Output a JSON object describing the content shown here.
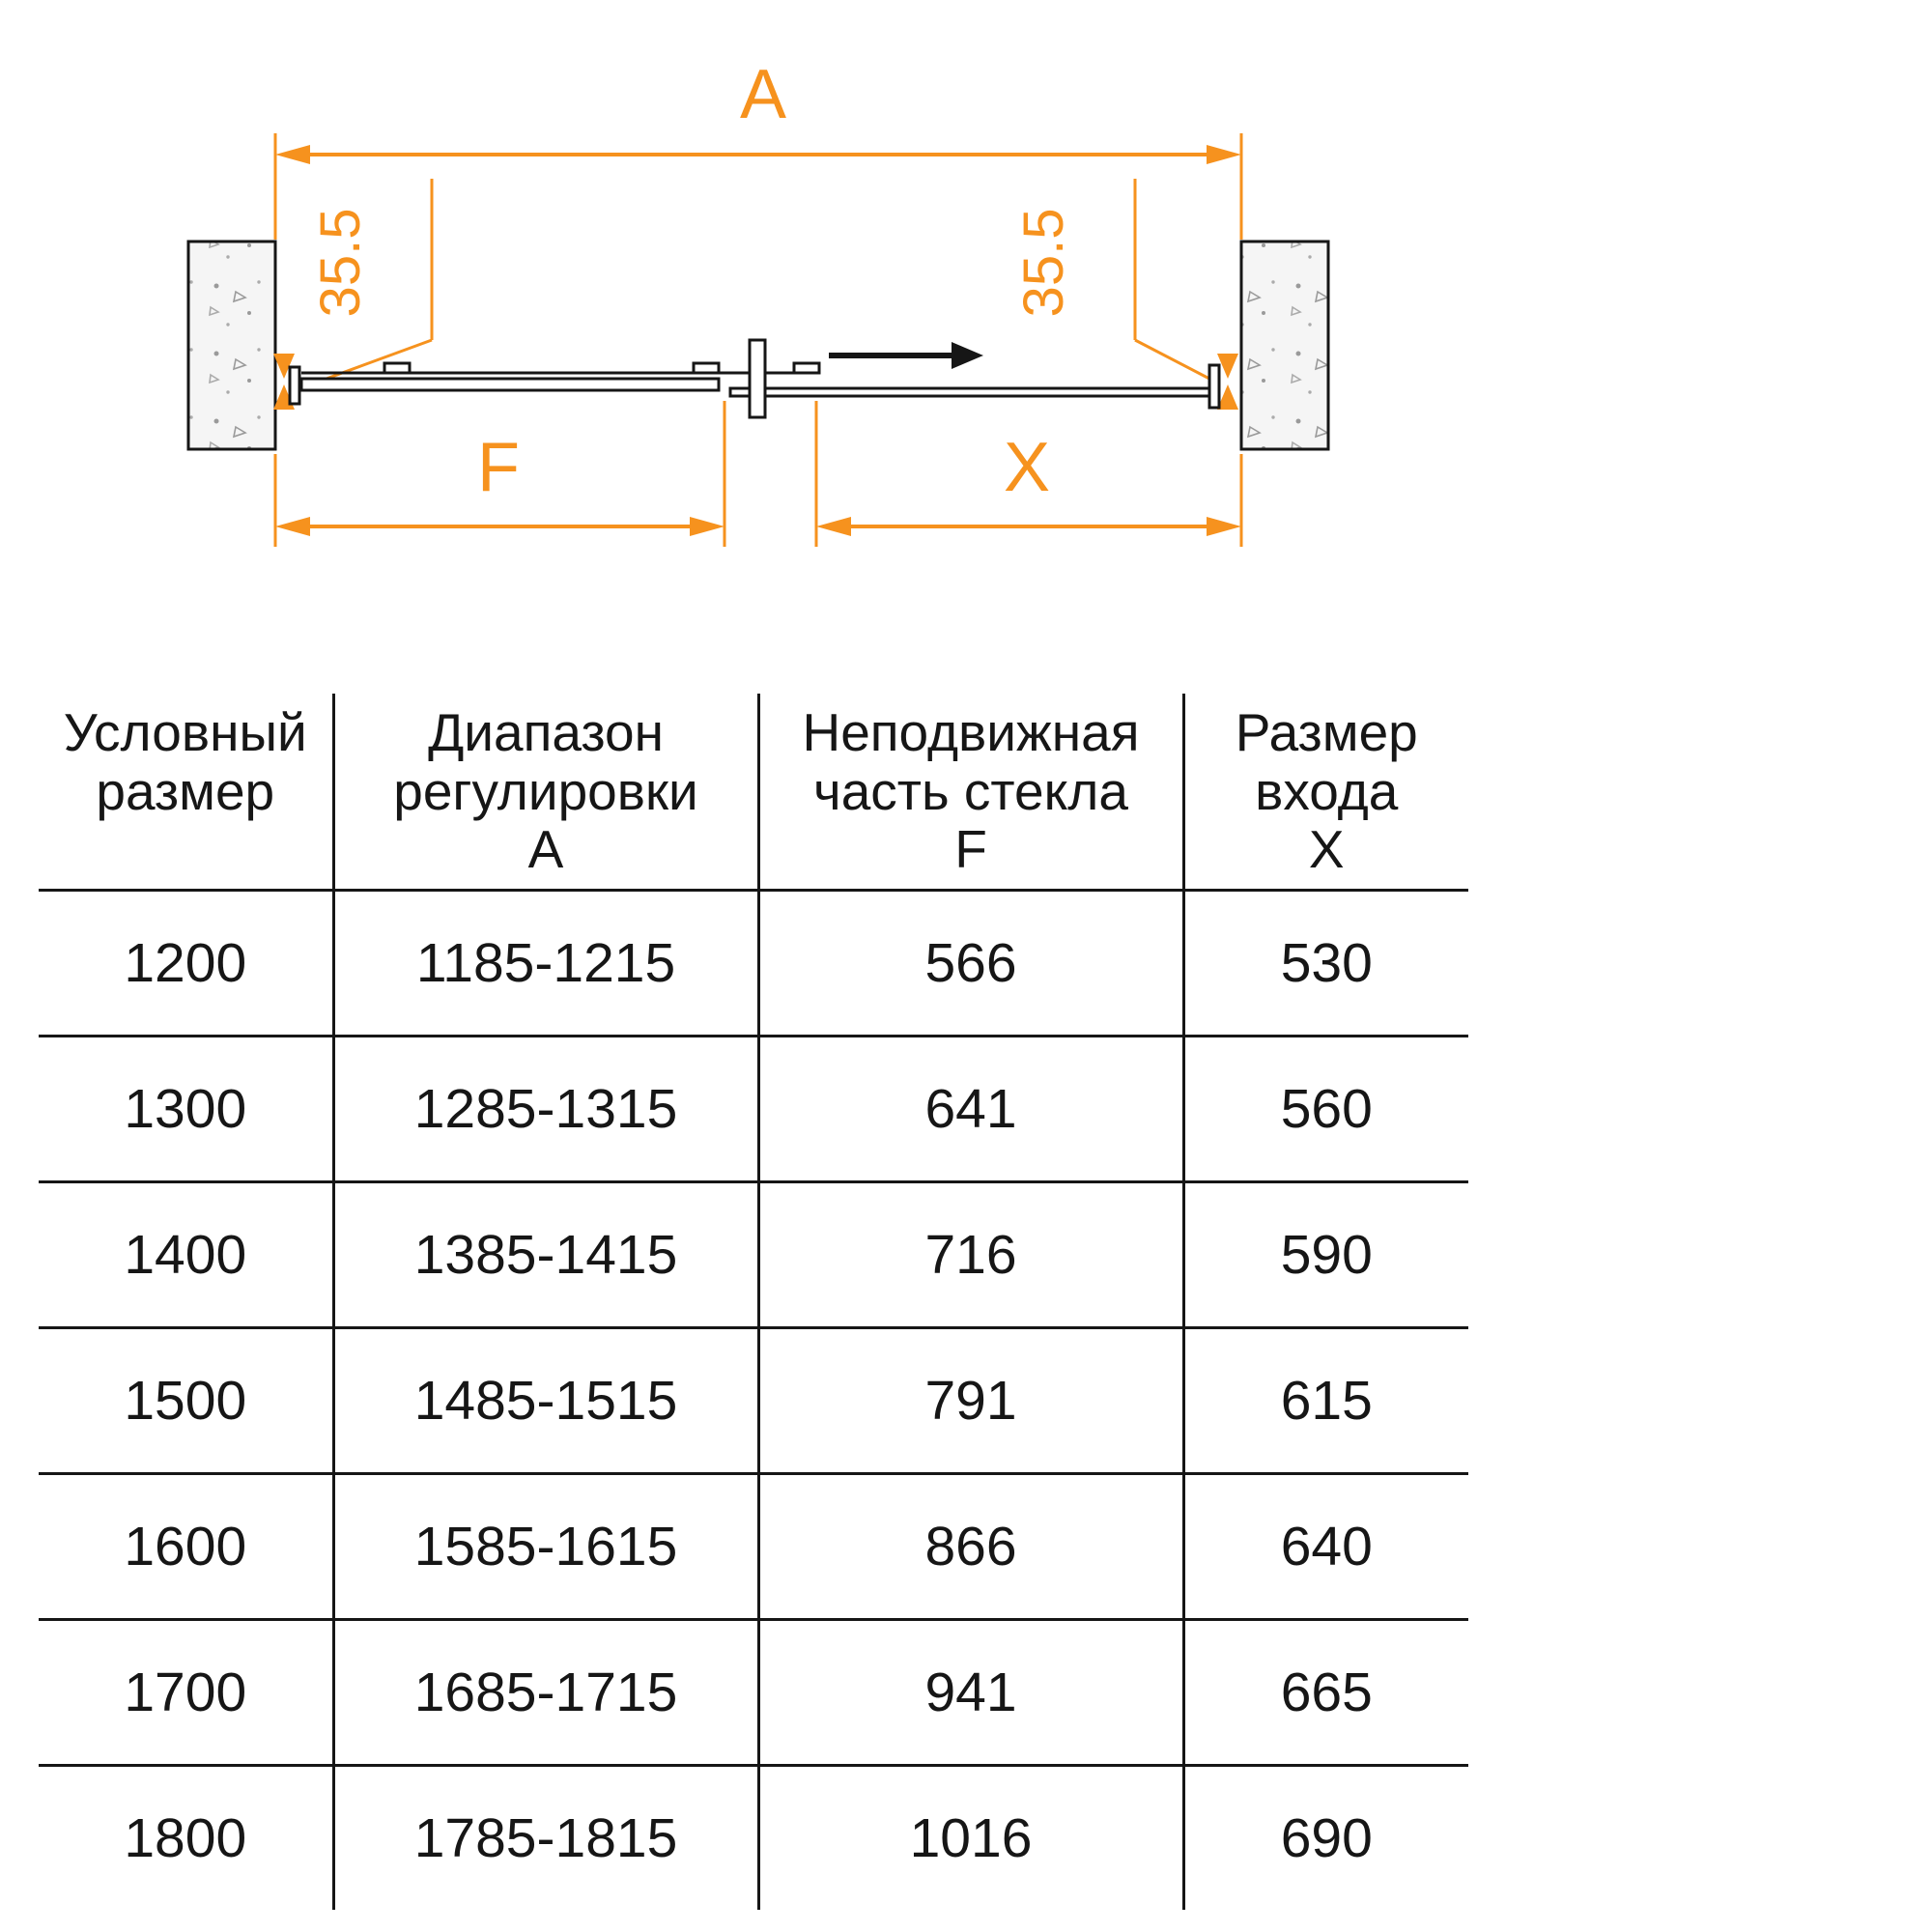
{
  "accent_color": "#F6921E",
  "diagram": {
    "dim_a_label": "A",
    "dim_f_label": "F",
    "dim_x_label": "X",
    "dim_left_label": "35.5",
    "dim_right_label": "35.5"
  },
  "table": {
    "headers": [
      {
        "line1": "Условный",
        "line2": "размер",
        "line3": ""
      },
      {
        "line1": "Диапазон",
        "line2": "регулировки",
        "line3": "А"
      },
      {
        "line1": "Неподвижная",
        "line2": "часть стекла",
        "line3": "F"
      },
      {
        "line1": "Размер",
        "line2": "входа",
        "line3": "X"
      }
    ],
    "rows": [
      [
        "1200",
        "1185-1215",
        "566",
        "530"
      ],
      [
        "1300",
        "1285-1315",
        "641",
        "560"
      ],
      [
        "1400",
        "1385-1415",
        "716",
        "590"
      ],
      [
        "1500",
        "1485-1515",
        "791",
        "615"
      ],
      [
        "1600",
        "1585-1615",
        "866",
        "640"
      ],
      [
        "1700",
        "1685-1715",
        "941",
        "665"
      ],
      [
        "1800",
        "1785-1815",
        "1016",
        "690"
      ]
    ]
  }
}
